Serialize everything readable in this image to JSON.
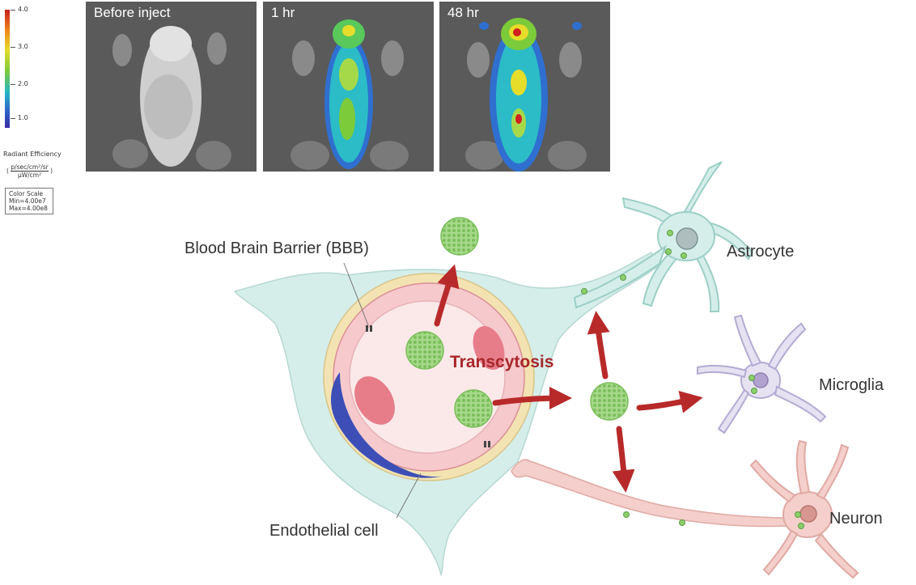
{
  "color_scale": {
    "ticks": [
      "4.0",
      "3.0",
      "2.0",
      "1.0"
    ],
    "title": "Radiant Efficiency",
    "units_numerator": "p/sec/cm²/sr",
    "units_denominator": "μW/cm²",
    "box_title": "Color Scale",
    "box_min": "Min=4.00e7",
    "box_max": "Max=4.00e8"
  },
  "panels": [
    {
      "label": "Before inject"
    },
    {
      "label": "1 hr"
    },
    {
      "label": "48 hr"
    }
  ],
  "diagram": {
    "bbb_label": "Blood Brain Barrier (BBB)",
    "transcytosis_label": "Transcytosis",
    "endothelial_label": "Endothelial cell",
    "astrocyte_label": "Astrocyte",
    "microglia_label": "Microglia",
    "neuron_label": "Neuron"
  },
  "colors": {
    "arrow": "#b82a2a",
    "nanoparticle": "#9bd27c",
    "astrocyte": "#d5eeea",
    "microglia": "#e6e2f2",
    "neuron": "#f4cfcb",
    "vessel_wall": "#f3e3b2",
    "vessel_lumen": "#f7d1d4"
  }
}
